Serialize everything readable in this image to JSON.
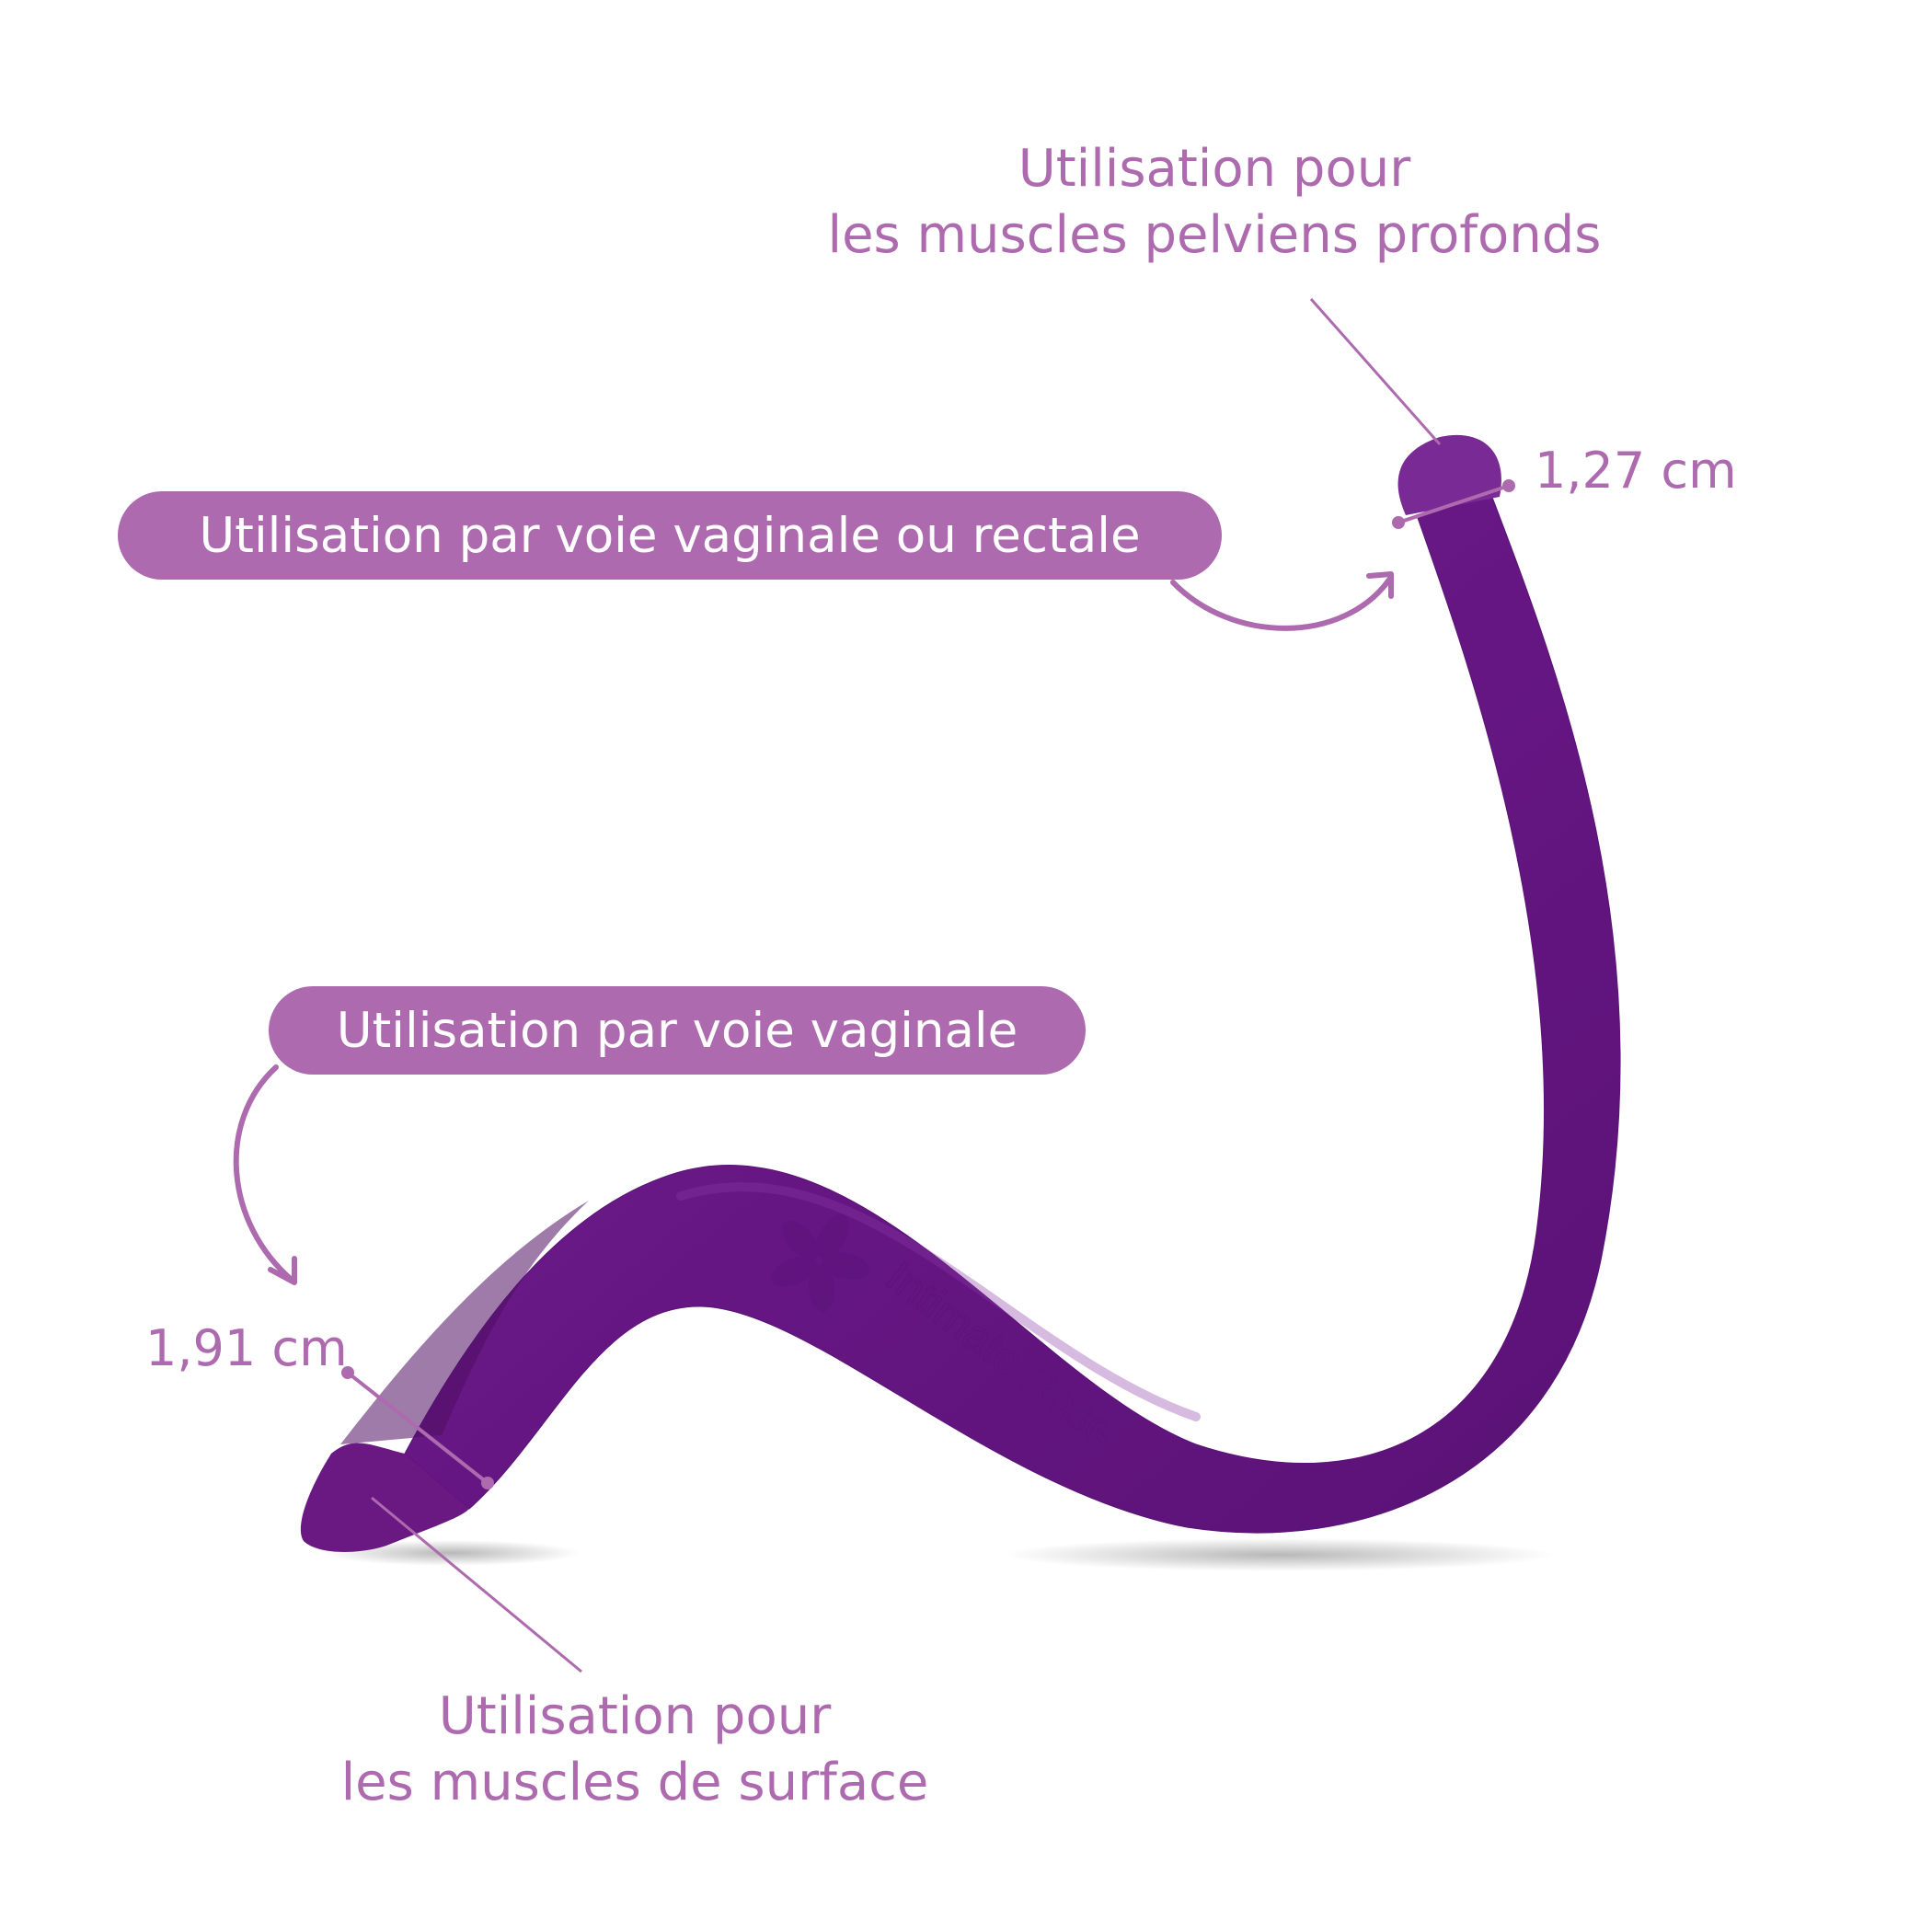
{
  "labels": {
    "deep_muscles": [
      "Utilisation pour",
      "les muscles pelviens profonds"
    ],
    "vaginal_or_rectal": "Utilisation par voie vaginale ou rectale",
    "vaginal": "Utilisation par voie vaginale",
    "surface_muscles": [
      "Utilisation pour",
      "les muscles de surface"
    ]
  },
  "dimensions": {
    "narrow_end": "1,27 cm",
    "wide_end": "1,91 cm"
  },
  "brand_logo_text": "Intimate Rose",
  "colors": {
    "accent": "#ad6aae",
    "product": "#6d1a86",
    "product_dark": "#4e0f63",
    "background": "#ffffff"
  }
}
